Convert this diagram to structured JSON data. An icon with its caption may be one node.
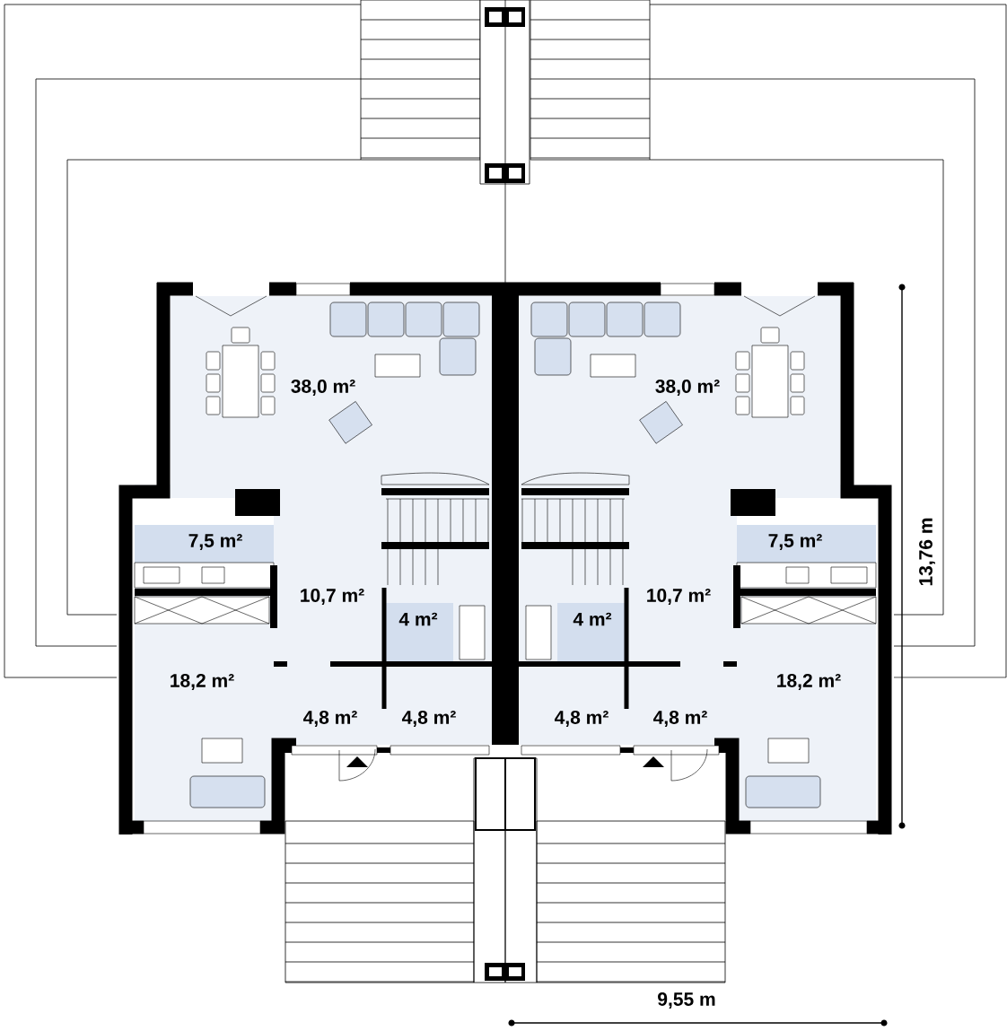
{
  "diagram": {
    "labels": [
      "38,0 m²",
      "38,0 m²",
      "7,5 m²",
      "7,5 m²",
      "13,76 m",
      "10,7 m²",
      "10,7 m²",
      "4 m²",
      "4 m²",
      "18,2 m²",
      "18,2 m²",
      "4,8 m²",
      "4,8 m²",
      "4,8 m²",
      "4,8 m²",
      "9,55 m"
    ]
  }
}
